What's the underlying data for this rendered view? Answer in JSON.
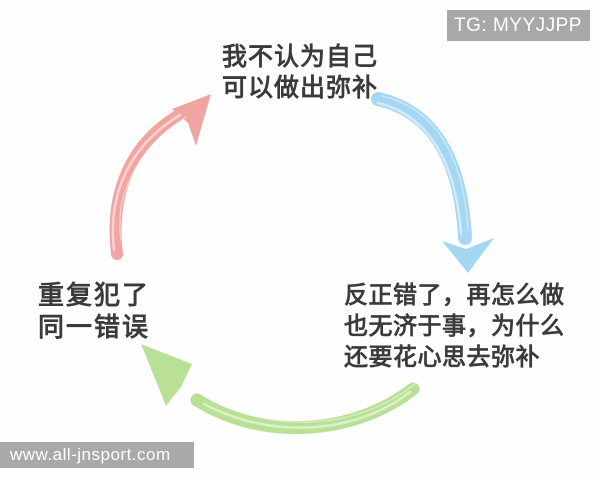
{
  "page": {
    "background": "#fefefe",
    "text_color": "#3a3a3a"
  },
  "watermarks": {
    "telegram": {
      "label": "TG: MYYJJPP",
      "bg": "#a8a8a8",
      "color": "#ffffff"
    },
    "website": {
      "label": "www.all-jnsport.com",
      "bg": "#a9a9a9",
      "color": "#ffffff"
    }
  },
  "diagram": {
    "type": "cycle",
    "nodes": [
      {
        "id": "top",
        "text": "我不认为自己\n可以做出弥补"
      },
      {
        "id": "right",
        "text": "反正错了，再怎么做\n也无济于事，为什么\n还要花心思去弥补"
      },
      {
        "id": "left",
        "text": "重复犯了\n同一错误"
      }
    ],
    "arrows": [
      {
        "id": "left-to-top",
        "color": "#f1a5a2",
        "from": "left",
        "to": "top"
      },
      {
        "id": "top-to-right",
        "color": "#a6d7f2",
        "from": "top",
        "to": "right"
      },
      {
        "id": "right-to-left",
        "color": "#b9e095",
        "from": "right",
        "to": "left"
      }
    ]
  }
}
